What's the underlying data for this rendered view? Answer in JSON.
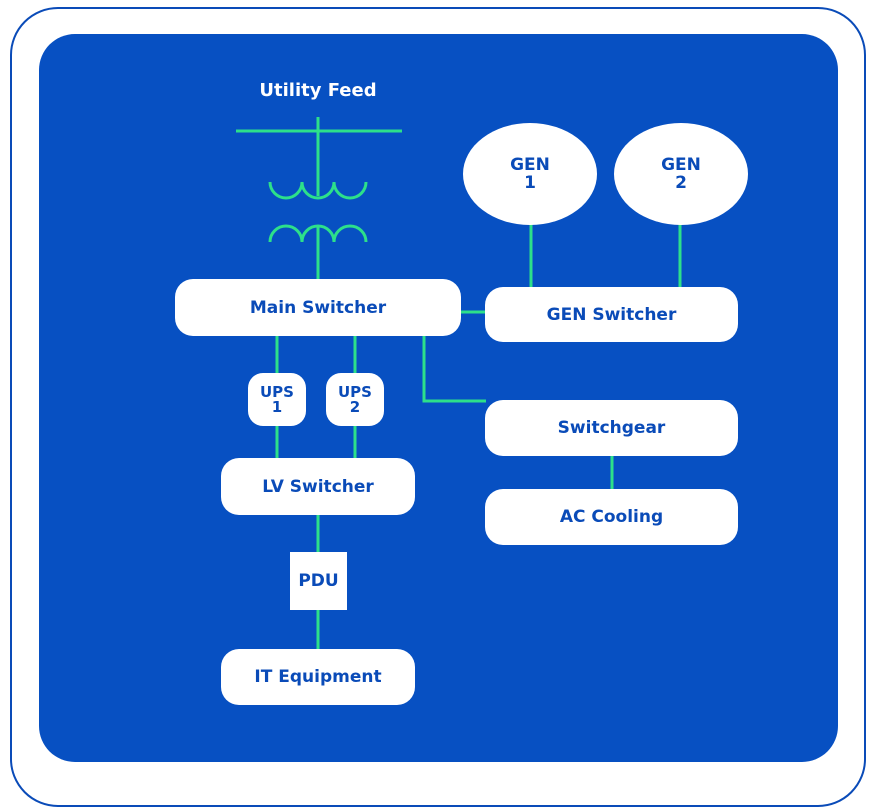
{
  "colors": {
    "frame": "#0a4bb8",
    "panel": "#0750c2",
    "connector": "#2de08a",
    "node_fill": "#ffffff",
    "node_text": "#0a4bb8"
  },
  "utility_feed": {
    "label": "Utility Feed"
  },
  "nodes": {
    "gen1": "GEN\n1",
    "gen2": "GEN\n2",
    "main_switcher": "Main Switcher",
    "gen_switcher": "GEN Switcher",
    "ups1": "UPS\n1",
    "ups2": "UPS\n2",
    "switchgear": "Switchgear",
    "ac_cooling": "AC Cooling",
    "lv_switcher": "LV Switcher",
    "pdu": "PDU",
    "it_equipment": "IT Equipment"
  }
}
